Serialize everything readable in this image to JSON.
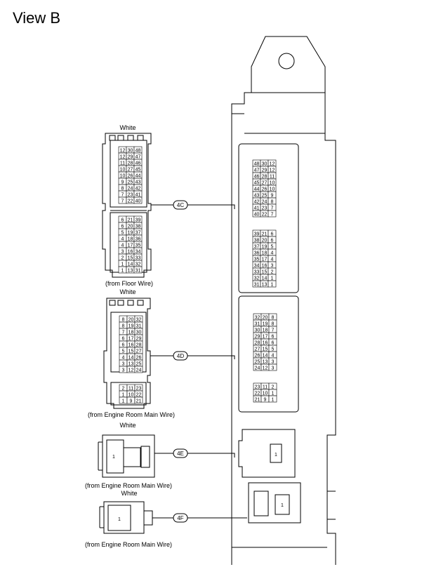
{
  "view_title": "View B",
  "color_label": "White",
  "connectors": [
    {
      "id": "4C",
      "source": "(from Floor Wire)"
    },
    {
      "id": "4D",
      "source": "(from Engine Room Main Wire)"
    },
    {
      "id": "4E",
      "source": "(from Engine Room Main Wire)"
    },
    {
      "id": "4F",
      "source": "(from Engine Room Main Wire)"
    }
  ],
  "pins_4c_left_top": [
    [
      "12",
      "30",
      "48"
    ],
    [
      "12",
      "29",
      "47"
    ],
    [
      "11",
      "28",
      "46"
    ],
    [
      "10",
      "27",
      "45"
    ],
    [
      "10",
      "26",
      "44"
    ],
    [
      "9",
      "25",
      "43"
    ],
    [
      "8",
      "24",
      "42"
    ],
    [
      "7",
      "23",
      "41"
    ],
    [
      "7",
      "22",
      "40"
    ]
  ],
  "pins_4c_left_bottom": [
    [
      "6",
      "21",
      "39"
    ],
    [
      "6",
      "20",
      "38"
    ],
    [
      "5",
      "19",
      "37"
    ],
    [
      "4",
      "18",
      "36"
    ],
    [
      "4",
      "17",
      "35"
    ],
    [
      "3",
      "16",
      "34"
    ],
    [
      "2",
      "15",
      "33"
    ],
    [
      "1",
      "14",
      "32"
    ],
    [
      "1",
      "13",
      "31"
    ]
  ],
  "pins_4c_right_top": [
    [
      "48",
      "30",
      "12"
    ],
    [
      "47",
      "29",
      "12"
    ],
    [
      "46",
      "28",
      "11"
    ],
    [
      "45",
      "27",
      "10"
    ],
    [
      "44",
      "26",
      "10"
    ],
    [
      "43",
      "25",
      "9"
    ],
    [
      "42",
      "24",
      "8"
    ],
    [
      "41",
      "23",
      "7"
    ],
    [
      "40",
      "22",
      "7"
    ]
  ],
  "pins_4c_right_bottom": [
    [
      "39",
      "21",
      "6"
    ],
    [
      "38",
      "20",
      "6"
    ],
    [
      "37",
      "19",
      "5"
    ],
    [
      "36",
      "18",
      "4"
    ],
    [
      "35",
      "17",
      "4"
    ],
    [
      "34",
      "16",
      "3"
    ],
    [
      "33",
      "15",
      "2"
    ],
    [
      "32",
      "14",
      "1"
    ],
    [
      "31",
      "13",
      "1"
    ]
  ],
  "pins_4d_left_top": [
    [
      "8",
      "20",
      "32"
    ],
    [
      "8",
      "19",
      "31"
    ],
    [
      "7",
      "18",
      "30"
    ],
    [
      "6",
      "17",
      "29"
    ],
    [
      "6",
      "16",
      "28"
    ],
    [
      "5",
      "15",
      "27"
    ],
    [
      "4",
      "14",
      "26"
    ],
    [
      "3",
      "13",
      "25"
    ],
    [
      "3",
      "12",
      "24"
    ]
  ],
  "pins_4d_left_bottom": [
    [
      "2",
      "11",
      "23"
    ],
    [
      "1",
      "10",
      "22"
    ],
    [
      "1",
      "9",
      "21"
    ]
  ],
  "pins_4d_right_top": [
    [
      "32",
      "20",
      "8"
    ],
    [
      "31",
      "19",
      "8"
    ],
    [
      "30",
      "18",
      "7"
    ],
    [
      "29",
      "17",
      "6"
    ],
    [
      "28",
      "16",
      "6"
    ],
    [
      "27",
      "15",
      "5"
    ],
    [
      "26",
      "14",
      "4"
    ],
    [
      "25",
      "13",
      "3"
    ],
    [
      "24",
      "12",
      "3"
    ]
  ],
  "pins_4d_right_bottom": [
    [
      "23",
      "11",
      "2"
    ],
    [
      "22",
      "10",
      "1"
    ],
    [
      "21",
      "9",
      "1"
    ]
  ],
  "pin_4e": "1",
  "pin_4f": "1"
}
